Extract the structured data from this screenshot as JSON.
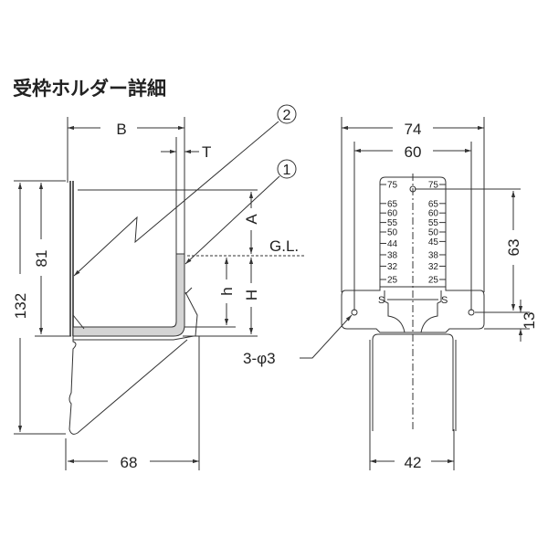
{
  "title": "受枠ホルダー詳細",
  "side_view": {
    "dim_B": "B",
    "dim_T": "T",
    "dim_A": "A",
    "ground_level": "G.L.",
    "dim_h": "h",
    "dim_H": "H",
    "dim_height_total": "132",
    "dim_height_plate": "81",
    "dim_width_bottom": "68",
    "callout_1": "1",
    "callout_2": "2"
  },
  "front_view": {
    "dim_width_total": "74",
    "dim_width_inner": "60",
    "dim_height": "63",
    "dim_flange": "13",
    "dim_leg_spacing": "42",
    "hole_label": "3-φ3",
    "scale_left": [
      "75",
      "65",
      "60",
      "55",
      "50",
      "44",
      "38",
      "32",
      "25"
    ],
    "scale_right": [
      "75",
      "65",
      "60",
      "55",
      "50",
      "45",
      "38",
      "32",
      "25"
    ],
    "slot_mark_left": "S",
    "slot_mark_right": "S"
  }
}
